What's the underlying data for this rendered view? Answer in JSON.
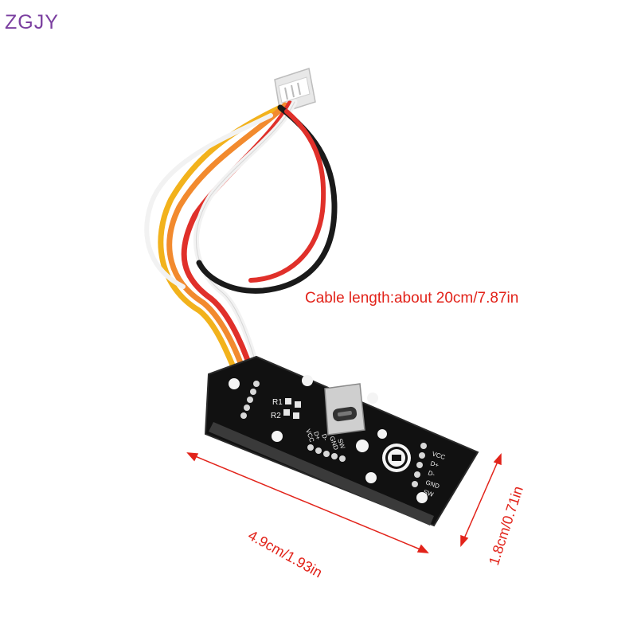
{
  "brand": "ZGJY",
  "cable_label": "Cable length:about 20cm/7.87in",
  "dimension_length": "4.9cm/1.93in",
  "dimension_width": "1.8cm/0.71in",
  "pcb_labels": {
    "r1": "R1",
    "r2": "R2",
    "pins_left": [
      "VCC",
      "D+",
      "D-",
      "GND",
      "SW"
    ],
    "pins_right": [
      "VCC",
      "D+",
      "D-",
      "GND",
      "SW"
    ]
  },
  "colors": {
    "brand": "#7b3fa0",
    "annotation": "#e2231a",
    "board": "#111111",
    "wire_black": "#1a1a1a",
    "wire_white": "#f2f2f2",
    "wire_red": "#e0302a",
    "wire_orange": "#f28a2e",
    "wire_yellow": "#f2b21c"
  },
  "icons": [
    "usb-c-port-icon",
    "logo-badge-icon"
  ]
}
